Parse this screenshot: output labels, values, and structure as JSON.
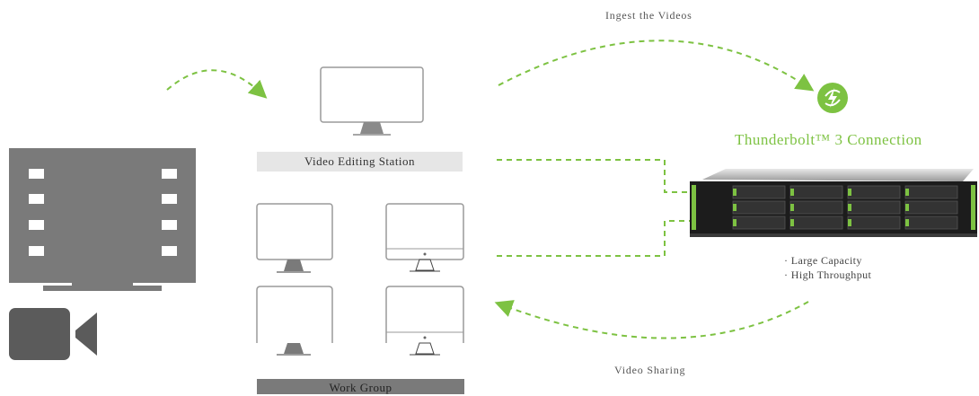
{
  "diagram": {
    "arrow_labels": {
      "ingest": "Ingest the Videos",
      "sharing": "Video Sharing"
    },
    "station_label": "Video Editing Station",
    "workgroup_label": "Work Group",
    "thunderbolt_label": "Thunderbolt™ 3 Connection",
    "features": [
      "· Large Capacity",
      "· High Throughput"
    ],
    "colors": {
      "accent": "#7dc242",
      "media_gray": "#7a7a7a",
      "camera_gray": "#5b5b5b",
      "label_bar": "#e6e6e6"
    },
    "icons": {
      "source_screen": "film-screen-icon",
      "camera": "video-camera-icon",
      "thunderbolt": "thunderbolt-icon",
      "storage": "nas-rack-icon"
    }
  }
}
